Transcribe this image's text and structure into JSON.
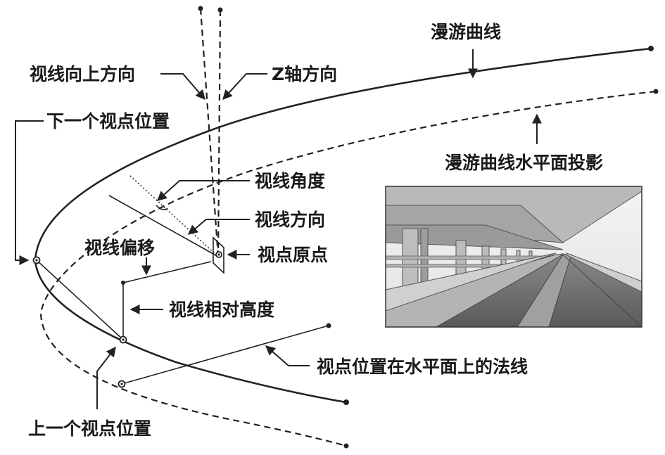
{
  "labels": {
    "roam_curve": "漫游曲线",
    "up_direction": "视线向上方向",
    "z_axis": "Z轴方向",
    "next_viewpoint": "下一个视点位置",
    "curve_projection": "漫游曲线水平面投影",
    "view_angle": "视线角度",
    "view_direction": "视线方向",
    "view_offset": "视线偏移",
    "view_origin": "视点原点",
    "relative_height": "视线相对高度",
    "normal_line": "视点位置在水平面上的法线",
    "prev_viewpoint": "上一个视点位置"
  },
  "inset": {
    "scene": "bridge-road-rendering"
  },
  "colors": {
    "line": "#222222",
    "text": "#1a1a1a",
    "background": "#ffffff"
  }
}
